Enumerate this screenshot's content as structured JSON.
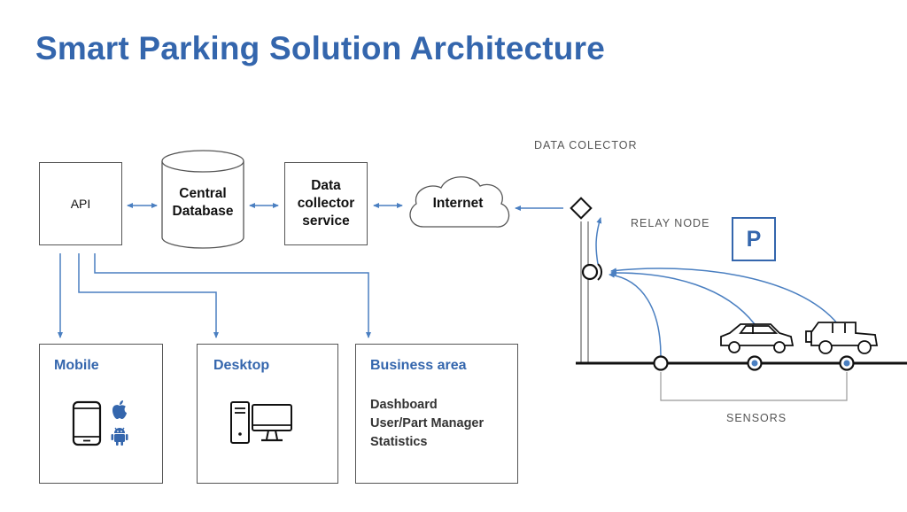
{
  "title": "Smart Parking Solution Architecture",
  "backend": {
    "api": "API",
    "central_db": [
      "Central",
      "Database"
    ],
    "collector_service": [
      "Data",
      "collector",
      "service"
    ],
    "internet": "Internet"
  },
  "clients": {
    "mobile": "Mobile",
    "desktop": "Desktop",
    "business": {
      "title": "Business area",
      "items": [
        "Dashboard",
        "User/Part Manager",
        "Statistics"
      ]
    }
  },
  "field": {
    "data_collector": "DATA COLECTOR",
    "relay_node": "RELAY NODE",
    "sensors": "SENSORS",
    "parking_sign": "P"
  },
  "colors": {
    "accent": "#3466ad",
    "line": "#555555",
    "arrow": "#4a7fc1"
  },
  "icons": [
    "smartphone-icon",
    "apple-icon",
    "android-icon",
    "desktop-computer-icon",
    "car-icon",
    "jeep-icon"
  ]
}
